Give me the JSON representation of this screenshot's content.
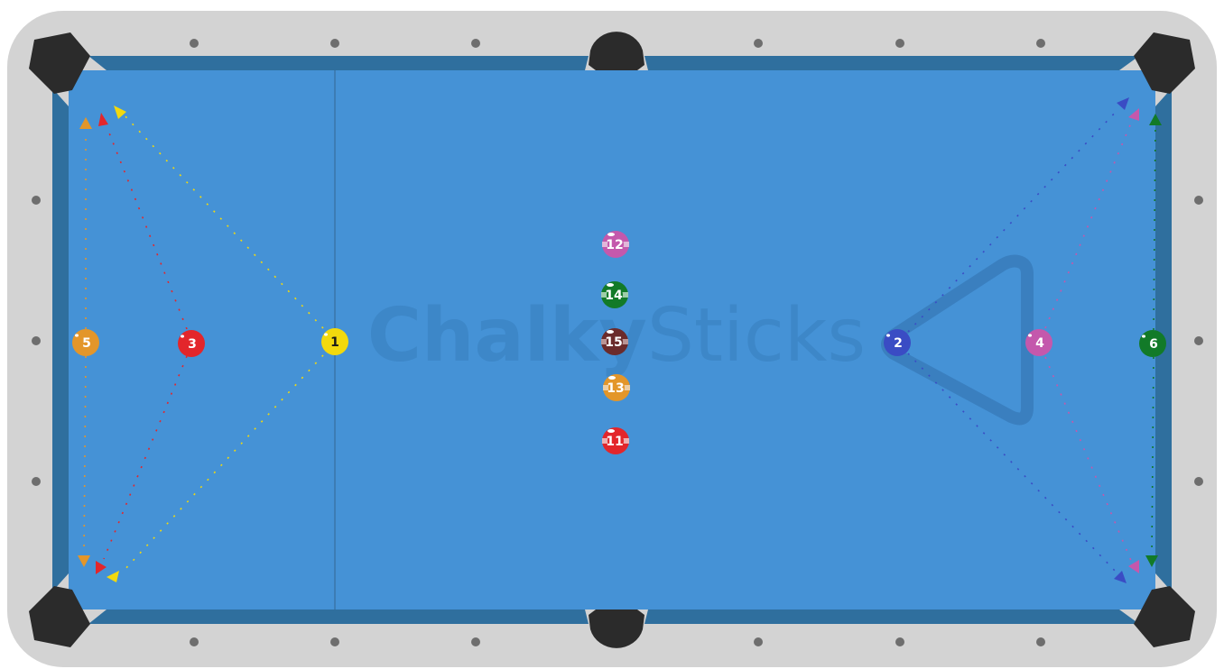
{
  "watermark": {
    "part1": "Chalky",
    "part2": "Sticks"
  },
  "colors": {
    "rail": "#d3d3d3",
    "cloth": "#4592d6",
    "cushion": "#2f6f9e",
    "pocket": "#2b2b2b",
    "diamond": "#6e6e6e",
    "headstring": "#3a74a8",
    "rack": "#3a7fbf"
  },
  "balls": [
    {
      "id": "ball-1",
      "number": "1",
      "color": "#f2d90d",
      "stripe": false,
      "dark_text": true
    },
    {
      "id": "ball-2",
      "number": "2",
      "color": "#3a4cc4",
      "stripe": false
    },
    {
      "id": "ball-3",
      "number": "3",
      "color": "#e3262b",
      "stripe": false
    },
    {
      "id": "ball-4",
      "number": "4",
      "color": "#c458ac",
      "stripe": false
    },
    {
      "id": "ball-5",
      "number": "5",
      "color": "#e3962a",
      "stripe": false
    },
    {
      "id": "ball-6",
      "number": "6",
      "color": "#127a28",
      "stripe": false
    },
    {
      "id": "ball-11",
      "number": "11",
      "color": "#e3262b",
      "stripe": true
    },
    {
      "id": "ball-12",
      "number": "12",
      "color": "#c458ac",
      "stripe": true
    },
    {
      "id": "ball-13",
      "number": "13",
      "color": "#e3962a",
      "stripe": true
    },
    {
      "id": "ball-14",
      "number": "14",
      "color": "#127a28",
      "stripe": true
    },
    {
      "id": "ball-15",
      "number": "15",
      "color": "#6b2b2b",
      "stripe": true
    }
  ],
  "paths": [
    {
      "ball": "ball-1",
      "color": "#f2d90d",
      "targets": [
        "top-left-pocket",
        "bottom-left-pocket"
      ]
    },
    {
      "ball": "ball-3",
      "color": "#e3262b",
      "targets": [
        "top-left-pocket",
        "bottom-left-pocket"
      ]
    },
    {
      "ball": "ball-5",
      "color": "#e3962a",
      "targets": [
        "top-left-pocket",
        "bottom-left-pocket"
      ]
    },
    {
      "ball": "ball-2",
      "color": "#3a4cc4",
      "targets": [
        "top-right-pocket",
        "bottom-right-pocket"
      ]
    },
    {
      "ball": "ball-4",
      "color": "#c458ac",
      "targets": [
        "top-right-pocket",
        "bottom-right-pocket"
      ]
    },
    {
      "ball": "ball-6",
      "color": "#127a28",
      "targets": [
        "top-right-pocket",
        "bottom-right-pocket"
      ]
    }
  ]
}
